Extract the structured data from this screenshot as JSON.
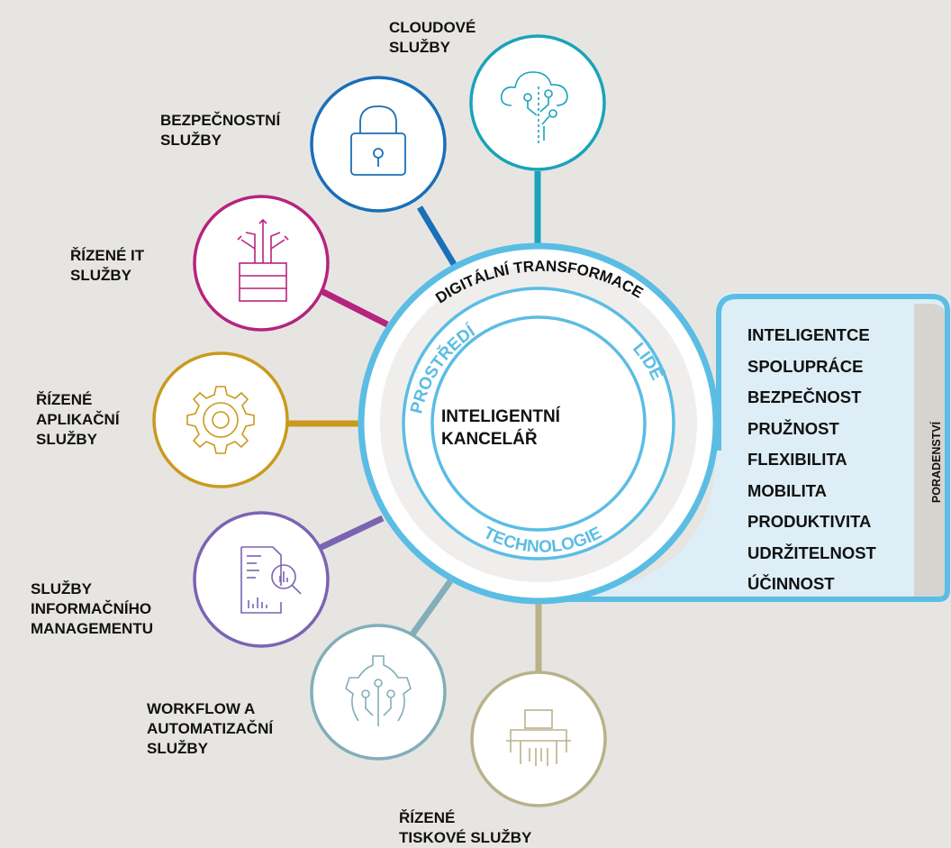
{
  "center": {
    "title_line1": "INTELIGENTNÍ",
    "title_line2": "KANCELÁŘ"
  },
  "rings": {
    "outer": "DIGITÁLNÍ TRANSFORMACE",
    "inner_left": "PROSTŘEDÍ",
    "inner_right": "LIDÉ",
    "inner_bottom": "TECHNOLOGIE"
  },
  "services": [
    {
      "line1": "CLOUDOVÉ",
      "line2": "SLUŽBY",
      "color": "#1aa3b9",
      "icon": "cloud-tree-icon"
    },
    {
      "line1": "BEZPEČNOSTNÍ",
      "line2": "SLUŽBY",
      "color": "#1a6fb8",
      "icon": "padlock-icon"
    },
    {
      "line1": "ŘÍZENÉ IT",
      "line2": "SLUŽBY",
      "color": "#b5247e",
      "icon": "server-arrows-icon"
    },
    {
      "line1": "ŘÍZENÉ",
      "line2": "APLIKAČNÍ",
      "line3": "SLUŽBY",
      "color": "#c99a1d",
      "icon": "gear-icon"
    },
    {
      "line1": "SLUŽBY",
      "line2": "INFORMAČNÍHO",
      "line3": "MANAGEMENTU",
      "color": "#7a64b2",
      "icon": "document-magnifier-icon"
    },
    {
      "line1": "WORKFLOW A",
      "line2": "AUTOMATIZAČNÍ",
      "line3": "SLUŽBY",
      "color": "#82aeb9",
      "icon": "gear-circuit-icon"
    },
    {
      "line1": "ŘÍZENÉ",
      "line2": "TISKOVÉ SLUŽBY",
      "color": "#b8b28b",
      "icon": "printer-icon"
    }
  ],
  "benefits": [
    "INTELIGENTCE",
    "SPOLUPRÁCE",
    "BEZPEČNOST",
    "PRUŽNOST",
    "FLEXIBILITA",
    "MOBILITA",
    "PRODUKTIVITA",
    "UDRŽITELNOST",
    "ÚČINNOST"
  ],
  "side_label": "PORADENSTVÍ",
  "colors": {
    "ring": "#5bbde4",
    "panel": "#ddeef7",
    "background": "#e7e5e2"
  }
}
